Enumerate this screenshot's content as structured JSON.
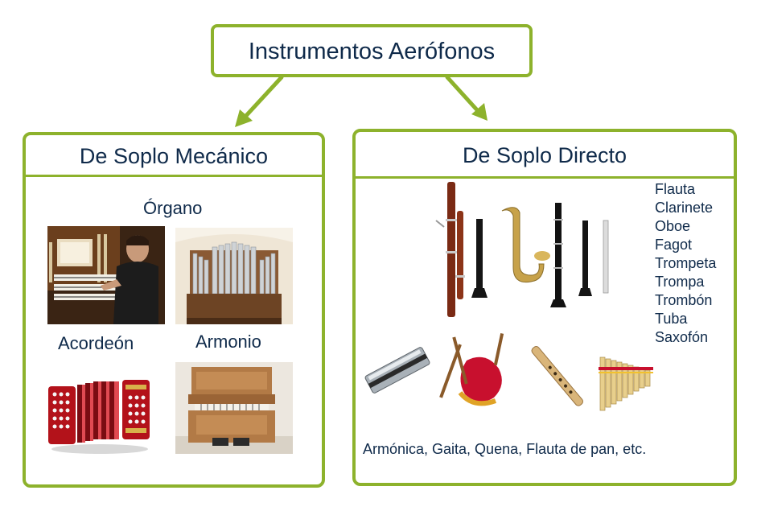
{
  "title": "Instrumentos Aerófonos",
  "mechanical": {
    "heading": "De Soplo Mecánico",
    "organ_label": "Órgano",
    "accordion_label": "Acordeón",
    "harmonium_label": "Armonio"
  },
  "direct": {
    "heading": "De Soplo Directo",
    "instruments": [
      "Flauta",
      "Clarinete",
      "Oboe",
      "Fagot",
      "Trompeta",
      "Trompa",
      "Trombón",
      "Tuba",
      "Saxofón"
    ],
    "caption": "Armónica, Gaita, Quena, Flauta de pan, etc."
  },
  "colors": {
    "border": "#8db22c",
    "text": "#0f2a4a"
  }
}
